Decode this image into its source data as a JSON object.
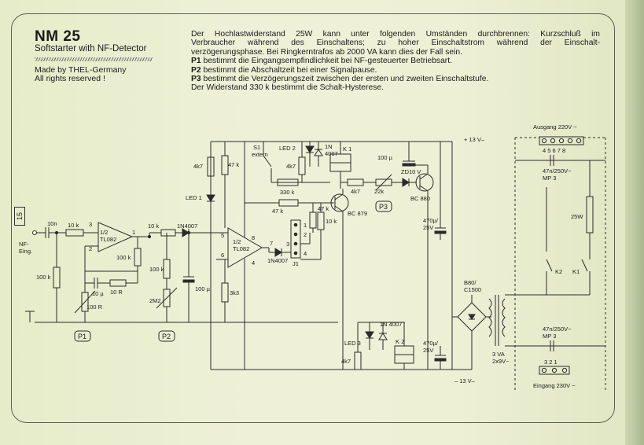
{
  "header": {
    "model": "NM 25",
    "subtitle": "Softstarter with NF-Detector",
    "maker_line1": "Made by THEL-Germany",
    "maker_line2": "All rights reserved !"
  },
  "description": {
    "line1": "Der Hochlastwiderstand 25W kann unter folgenden Umständen durchbrennen: Kurzschluß im",
    "line2": "Verbraucher während des Einschaltens; zu hoher Einschaltstrom während der Einschalt-",
    "line3": "verzögerungsphase. Bei Ringkerntrafos ab 2000 VA kann dies der Fall sein.",
    "p1_key": "P1",
    "p1_text": " bestimmt die Eingangsempfindlichkeit bei NF-gesteuerter Betriebsart.",
    "p2_key": "P2",
    "p2_text": " bestimmt die Abschaltzeit bei einer Signalpause.",
    "p3_key": "P3",
    "p3_text": " bestimmt die Verzögerungszeit zwischen der ersten und zweiten Einschaltstufe.",
    "last": "Der Widerstand 330 k bestimmt die Schalt-Hysterese."
  },
  "page_number": "15",
  "schematic": {
    "in_cap": "10n",
    "r_in": "10 k",
    "in_label_1": "NF-",
    "in_label_2": "Eing.",
    "r_bias": "100 k",
    "op1_line1": "1/2",
    "op1_line2": "TL082",
    "r_fb": "100 k",
    "c_fb": "10 µ",
    "r_10r": "10 R",
    "pot_100r": "100 R",
    "pin_3": "3",
    "pin_2": "2",
    "pin_1": "1",
    "r_10k_b": "10 k",
    "d1": "1N4007",
    "r_p2": "100 k",
    "pot_2m2": "2M2",
    "c_100u": "100 µ",
    "r_3k3": "3k3",
    "op2_line1": "1/2",
    "op2_line2": "TL082",
    "pin_5": "5",
    "pin_6": "6",
    "pin_7": "7",
    "pin_8": "8",
    "pin_4": "4",
    "d2": "1N4007",
    "j1": "J1",
    "j_1": "1",
    "j_2": "2",
    "j_3": "3",
    "j_4": "4",
    "led1": "LED 1",
    "r_4k7_a": "4k7",
    "r_47k_a": "47 k",
    "s1_1": "S1",
    "s1_2": "extern",
    "led2": "LED 2",
    "r_4k7_b": "4k7",
    "d3_1": "1N",
    "d3_2": "4007",
    "k1": "K 1",
    "r_330k": "330 k",
    "r_47k_b": "47 k",
    "r_47k_c": "47 k",
    "r_10k_c": "10 k",
    "t1": "BC 879",
    "r_4k7_c": "4k7",
    "pot_22k": "22k",
    "zd": "ZD10 V",
    "t2": "BC 880",
    "c_100u_b": "100 µ",
    "p3": "P3",
    "c_470_a1": "470µ/",
    "c_470_a2": "25V",
    "c_470_b1": "470µ/",
    "c_470_b2": "25V",
    "vplus": "+ 13 V–",
    "vminus": "– 13 V–",
    "led3": "LED 3",
    "r_4k7_d": "4k7",
    "d4": "1N 4007",
    "k2": "K 2",
    "p1": "P1",
    "p2": "P2",
    "bridge_1": "B80/",
    "bridge_2": "C1500",
    "tr_1": "3 VA",
    "tr_2": "2x9V~",
    "out_title": "Ausgang 220V ~",
    "out_terms": "4  5  6  7  8",
    "cap_out_1": "47n/250V~",
    "cap_out_2": "MP 3",
    "r_25w": "25W",
    "k2_contact": "K2",
    "k1_contact": "K1",
    "cap_in_1": "47n/250V~",
    "cap_in_2": "MP 3",
    "in_terms": "3  2  1",
    "in_title": "Eingang 230V ~"
  }
}
